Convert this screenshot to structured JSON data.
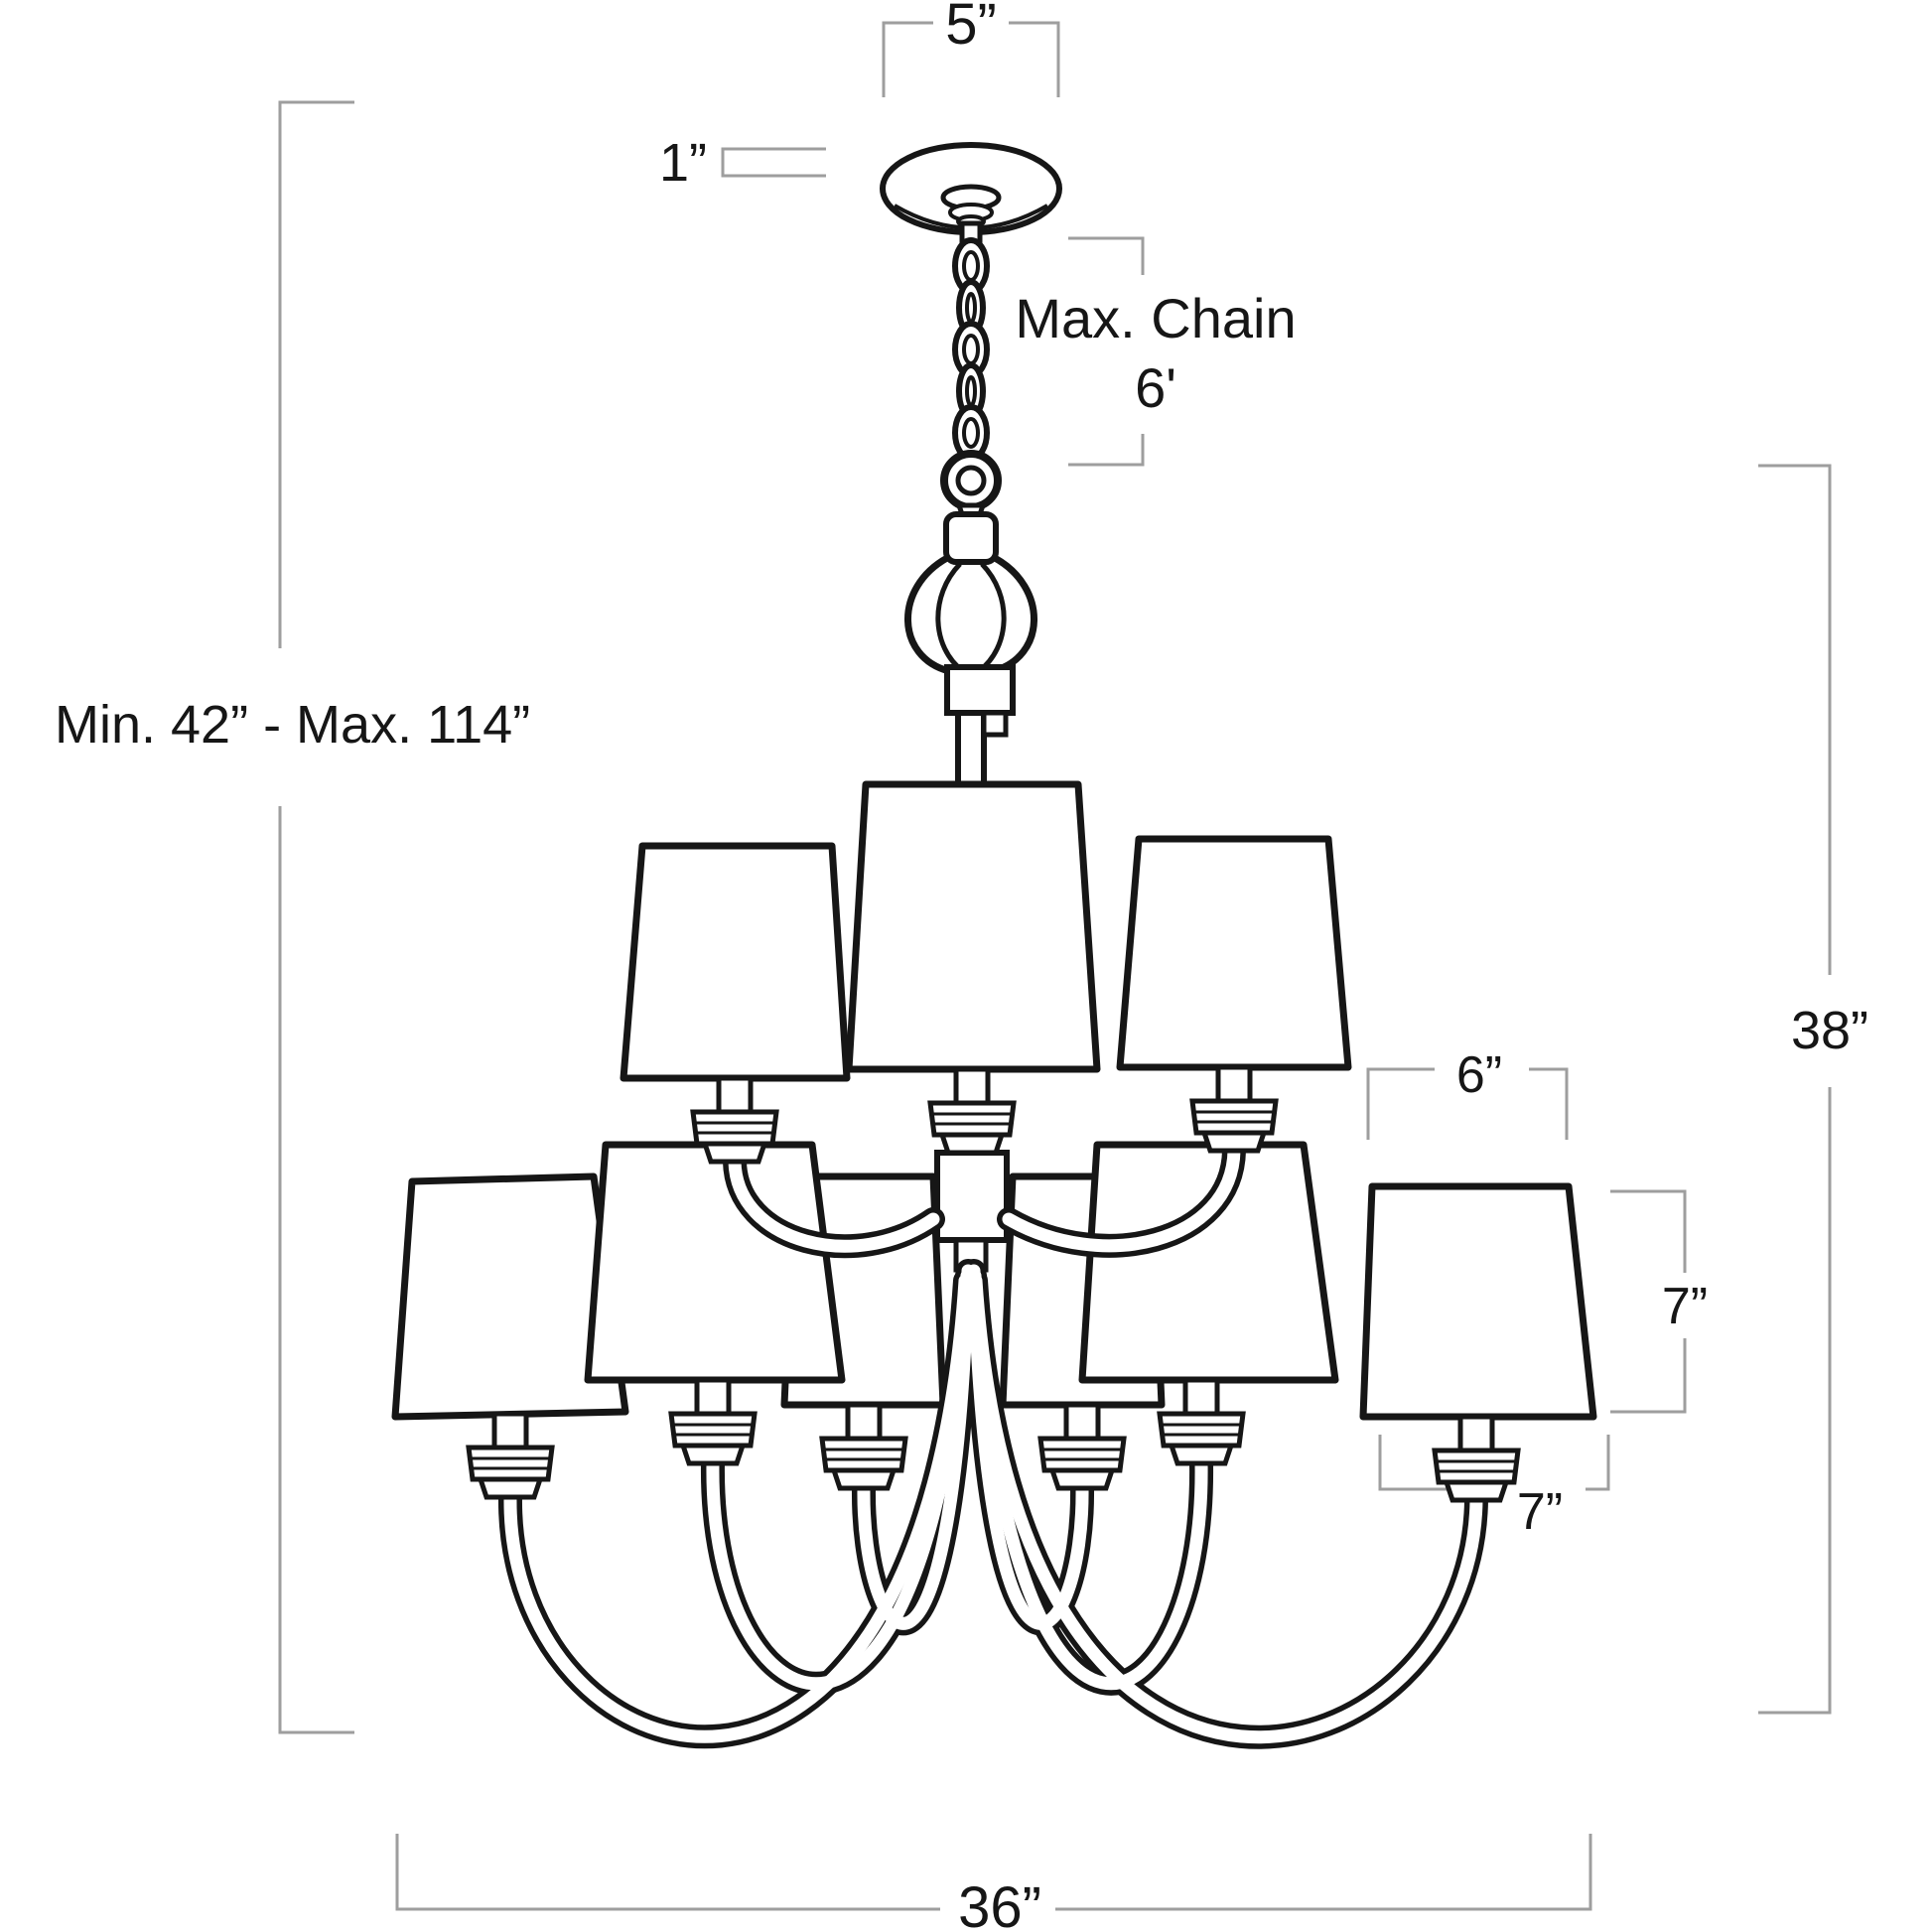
{
  "figure": {
    "title": "Two-tier chandelier dimension diagram",
    "line_color": "#161616",
    "dimension_line_color": "#9e9e9e",
    "background_color": "#ffffff"
  },
  "dimensions": {
    "canopy_width": "5”",
    "canopy_thickness": "1”",
    "max_chain_label": "Max. Chain",
    "max_chain_value": "6'",
    "overall_hang_range": "Min. 42” - Max. 114”",
    "body_height": "38”",
    "shade_top_width": "6”",
    "shade_height": "7”",
    "shade_bottom_width": "7”",
    "body_width": "36”"
  }
}
